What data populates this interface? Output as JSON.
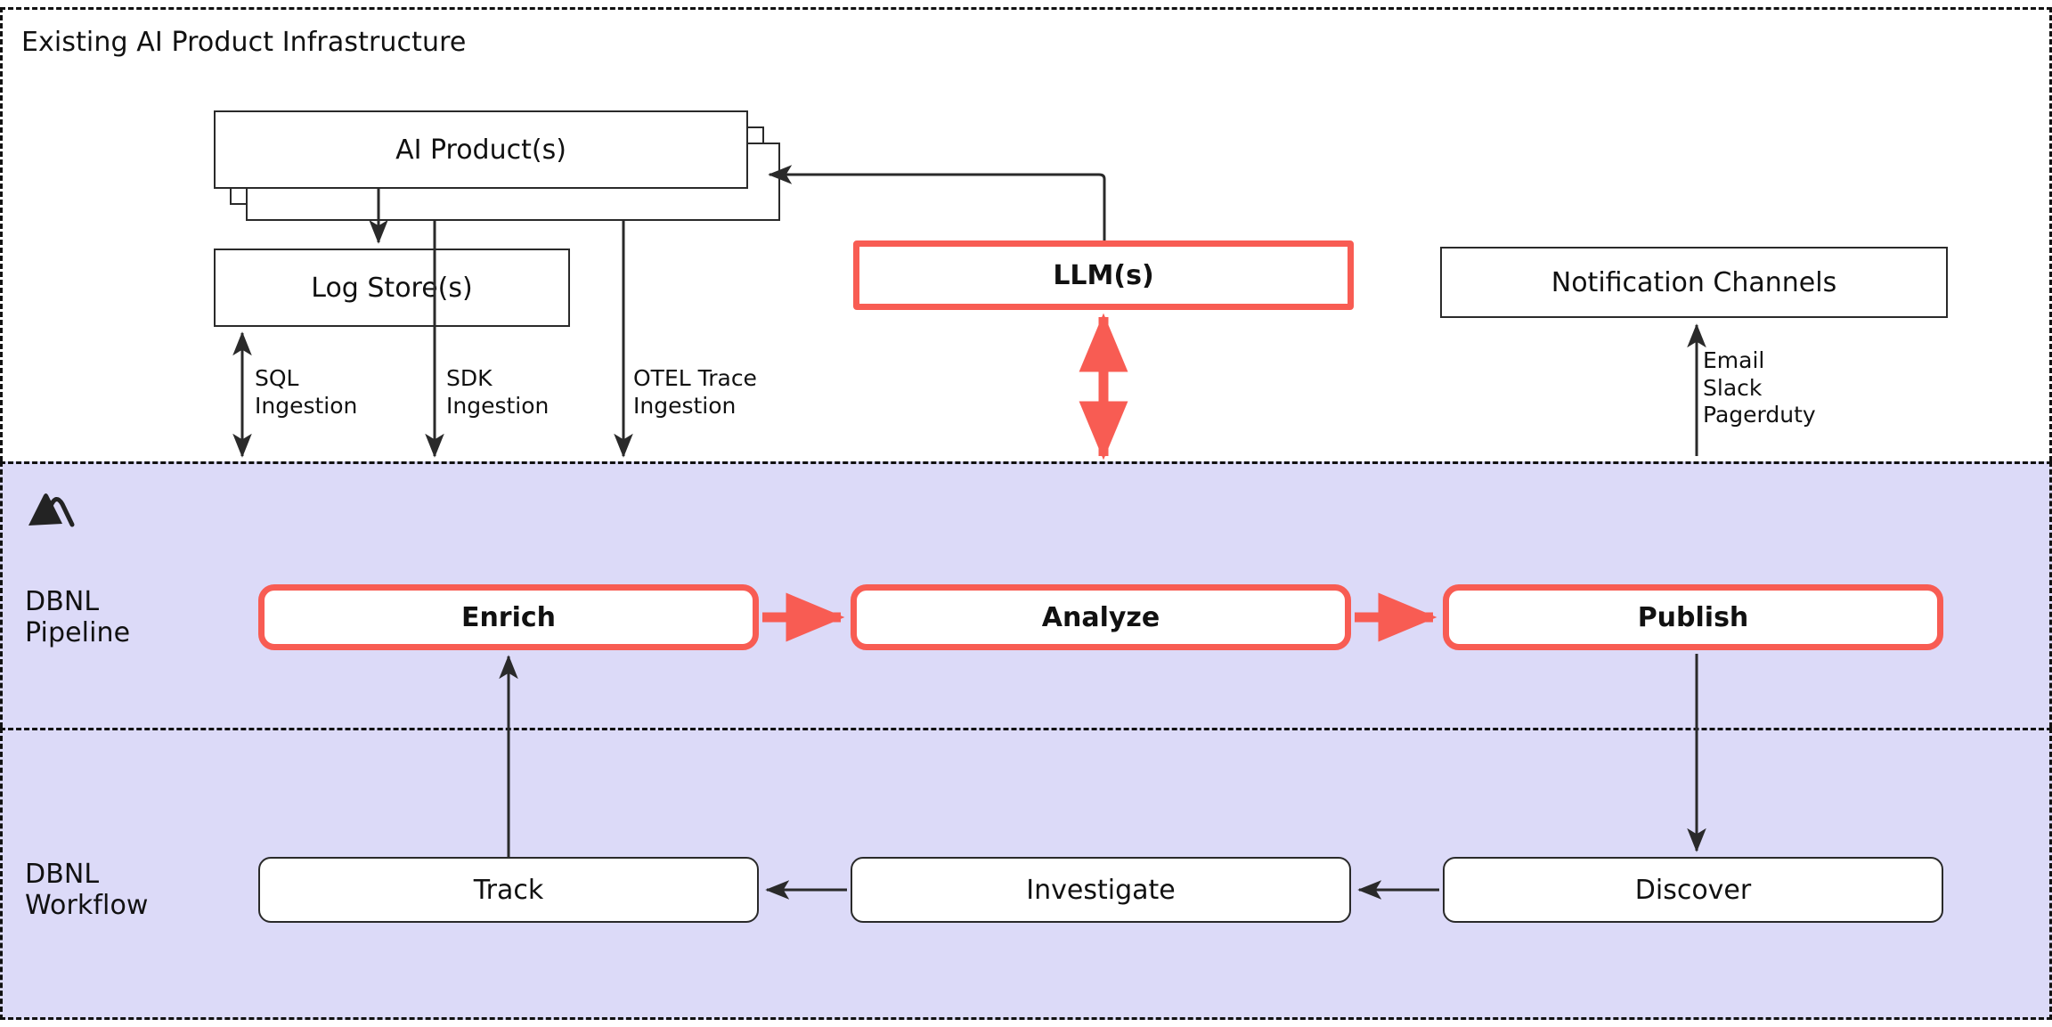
{
  "diagram": {
    "bands": [
      {
        "id": "existing",
        "title": "Existing AI Product Infrastructure",
        "background": "#FFFFFF"
      },
      {
        "id": "pipeline",
        "title": "DBNL\nPipeline",
        "background": "#DCDAF8"
      },
      {
        "id": "workflow",
        "title": "DBNL\nWorkflow",
        "background": "#DCDAF8"
      }
    ],
    "logo": {
      "name": "dbnl-mountain-logo",
      "color": "#232323"
    },
    "colors": {
      "accent_red": "#F85C53",
      "band_lavender": "#DCDAF8",
      "stroke_black": "#2A2A2A",
      "page_white": "#FFFFFF"
    },
    "nodes": [
      {
        "id": "ai-products",
        "label": "AI Product(s)",
        "band": "existing",
        "style": "stacked-plain"
      },
      {
        "id": "log-stores",
        "label": "Log Store(s)",
        "band": "existing",
        "style": "plain"
      },
      {
        "id": "llms",
        "label": "LLM(s)",
        "band": "existing",
        "style": "red-emphasis"
      },
      {
        "id": "notification-channels",
        "label": "Notification Channels",
        "band": "existing",
        "style": "plain"
      },
      {
        "id": "enrich",
        "label": "Enrich",
        "band": "pipeline",
        "style": "red-rounded"
      },
      {
        "id": "analyze",
        "label": "Analyze",
        "band": "pipeline",
        "style": "red-rounded"
      },
      {
        "id": "publish",
        "label": "Publish",
        "band": "pipeline",
        "style": "red-rounded"
      },
      {
        "id": "track",
        "label": "Track",
        "band": "workflow",
        "style": "rounded"
      },
      {
        "id": "investigate",
        "label": "Investigate",
        "band": "workflow",
        "style": "rounded"
      },
      {
        "id": "discover",
        "label": "Discover",
        "band": "workflow",
        "style": "rounded"
      }
    ],
    "edges": [
      {
        "id": "ai-to-logstore",
        "from": "ai-products",
        "to": "log-stores",
        "label": "",
        "color": "#2A2A2A",
        "arrow": "single"
      },
      {
        "id": "sql-ingestion",
        "from": "log-stores",
        "to": "pipeline",
        "label": "SQL\nIngestion",
        "color": "#2A2A2A",
        "arrow": "double"
      },
      {
        "id": "sdk-ingestion",
        "from": "ai-products",
        "to": "pipeline",
        "label": "SDK\nIngestion",
        "color": "#2A2A2A",
        "arrow": "single"
      },
      {
        "id": "otel-trace-ingestion",
        "from": "ai-products",
        "to": "pipeline",
        "label": "OTEL Trace\nIngestion",
        "color": "#2A2A2A",
        "arrow": "single"
      },
      {
        "id": "llm-to-ai-products",
        "from": "llms",
        "to": "ai-products",
        "label": "",
        "color": "#2A2A2A",
        "arrow": "single"
      },
      {
        "id": "llm-pipeline-link",
        "from": "llms",
        "to": "pipeline",
        "label": "",
        "color": "#F85C53",
        "arrow": "double"
      },
      {
        "id": "publish-to-notify",
        "from": "publish",
        "to": "notification-channels",
        "label": "Email\nSlack\nPagerduty",
        "color": "#2A2A2A",
        "arrow": "single"
      },
      {
        "id": "enrich-to-analyze",
        "from": "enrich",
        "to": "analyze",
        "label": "",
        "color": "#F85C53",
        "arrow": "single"
      },
      {
        "id": "analyze-to-publish",
        "from": "analyze",
        "to": "publish",
        "label": "",
        "color": "#F85C53",
        "arrow": "single"
      },
      {
        "id": "publish-to-discover",
        "from": "publish",
        "to": "discover",
        "label": "",
        "color": "#2A2A2A",
        "arrow": "single"
      },
      {
        "id": "discover-to-investigate",
        "from": "discover",
        "to": "investigate",
        "label": "",
        "color": "#2A2A2A",
        "arrow": "single"
      },
      {
        "id": "investigate-to-track",
        "from": "investigate",
        "to": "track",
        "label": "",
        "color": "#2A2A2A",
        "arrow": "single"
      },
      {
        "id": "track-to-enrich",
        "from": "track",
        "to": "enrich",
        "label": "",
        "color": "#2A2A2A",
        "arrow": "single"
      }
    ],
    "edge_labels": {
      "sql": "SQL\nIngestion",
      "sdk": "SDK\nIngestion",
      "otel": "OTEL Trace\nIngestion",
      "notify": "Email\nSlack\nPagerduty"
    }
  }
}
